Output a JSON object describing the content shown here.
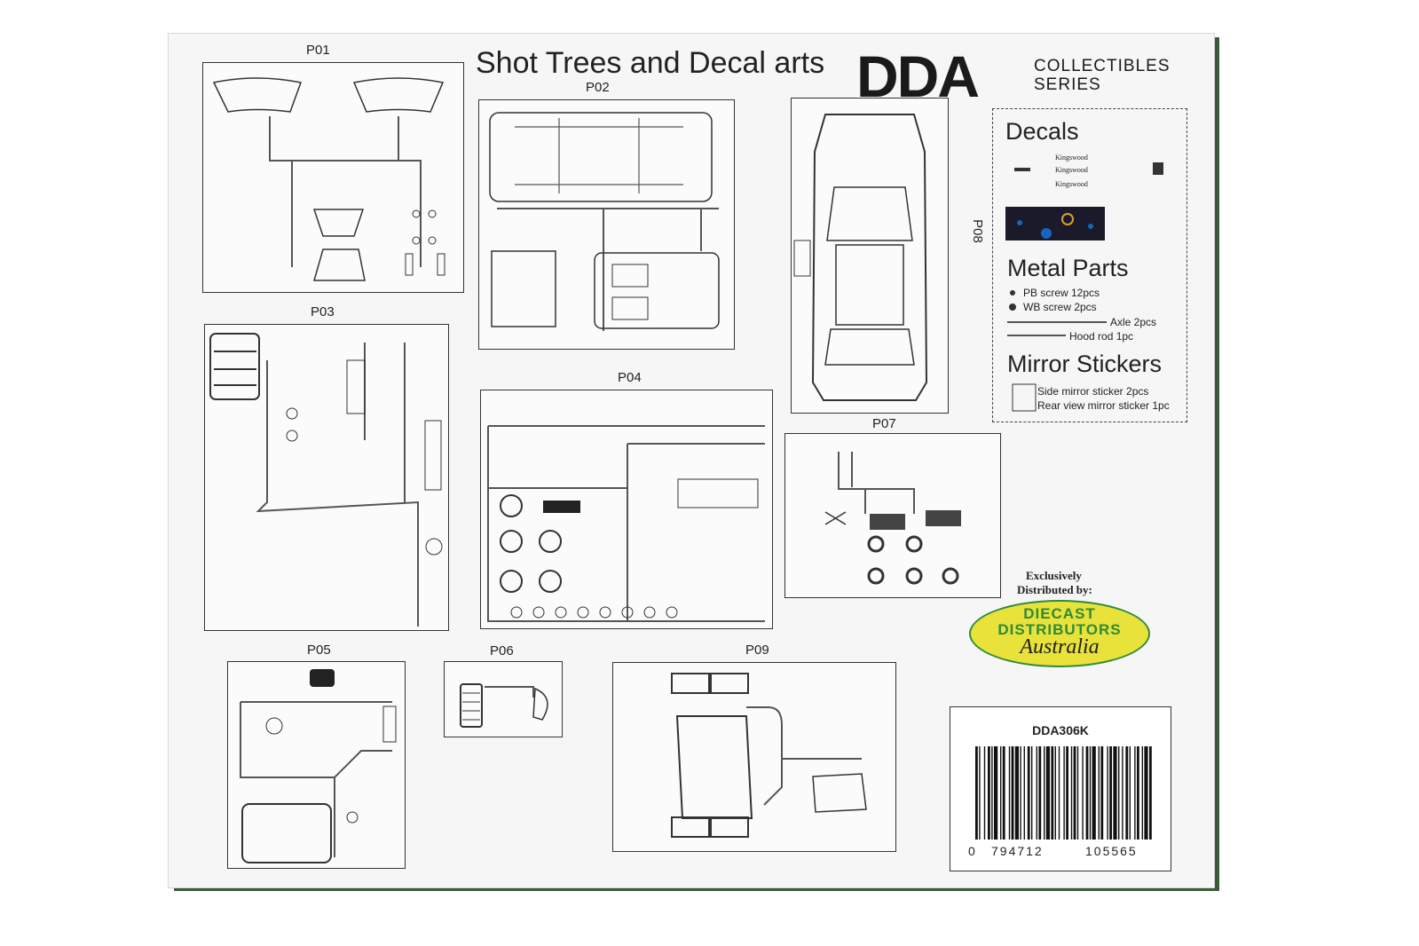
{
  "header": {
    "title": "Shot Trees and Decal arts",
    "brand": "DDA",
    "brand_sub_1": "COLLECTIBLES",
    "brand_sub_2": "SERIES"
  },
  "panels": {
    "p01": "P01",
    "p02": "P02",
    "p03": "P03",
    "p04": "P04",
    "p05": "P05",
    "p06": "P06",
    "p07": "P07",
    "p08": "P08",
    "p09": "P09"
  },
  "legend": {
    "decals_heading": "Decals",
    "decal_text": "Kingswood",
    "metal_heading": "Metal Parts",
    "metal_items": [
      "PB screw 12pcs",
      "WB screw 2pcs",
      "Axle 2pcs",
      "Hood rod 1pc"
    ],
    "mirror_heading": "Mirror Stickers",
    "mirror_items": [
      "Side mirror sticker 2pcs",
      "Rear view mirror sticker 1pc"
    ]
  },
  "distributor": {
    "line1": "Exclusively",
    "line2": "Distributed by:",
    "logo_1": "DIECAST",
    "logo_2": "DISTRIBUTORS",
    "logo_3": "Australia"
  },
  "barcode": {
    "sku": "DDA306K",
    "digit_first": "0",
    "digits_left": "794712",
    "digits_right": "105565"
  },
  "colors": {
    "box_side_green": "#3a5a3a",
    "logo_green": "#2e8b3a",
    "logo_yellow": "#e8e23a",
    "decal_blue": "#1565c0"
  }
}
